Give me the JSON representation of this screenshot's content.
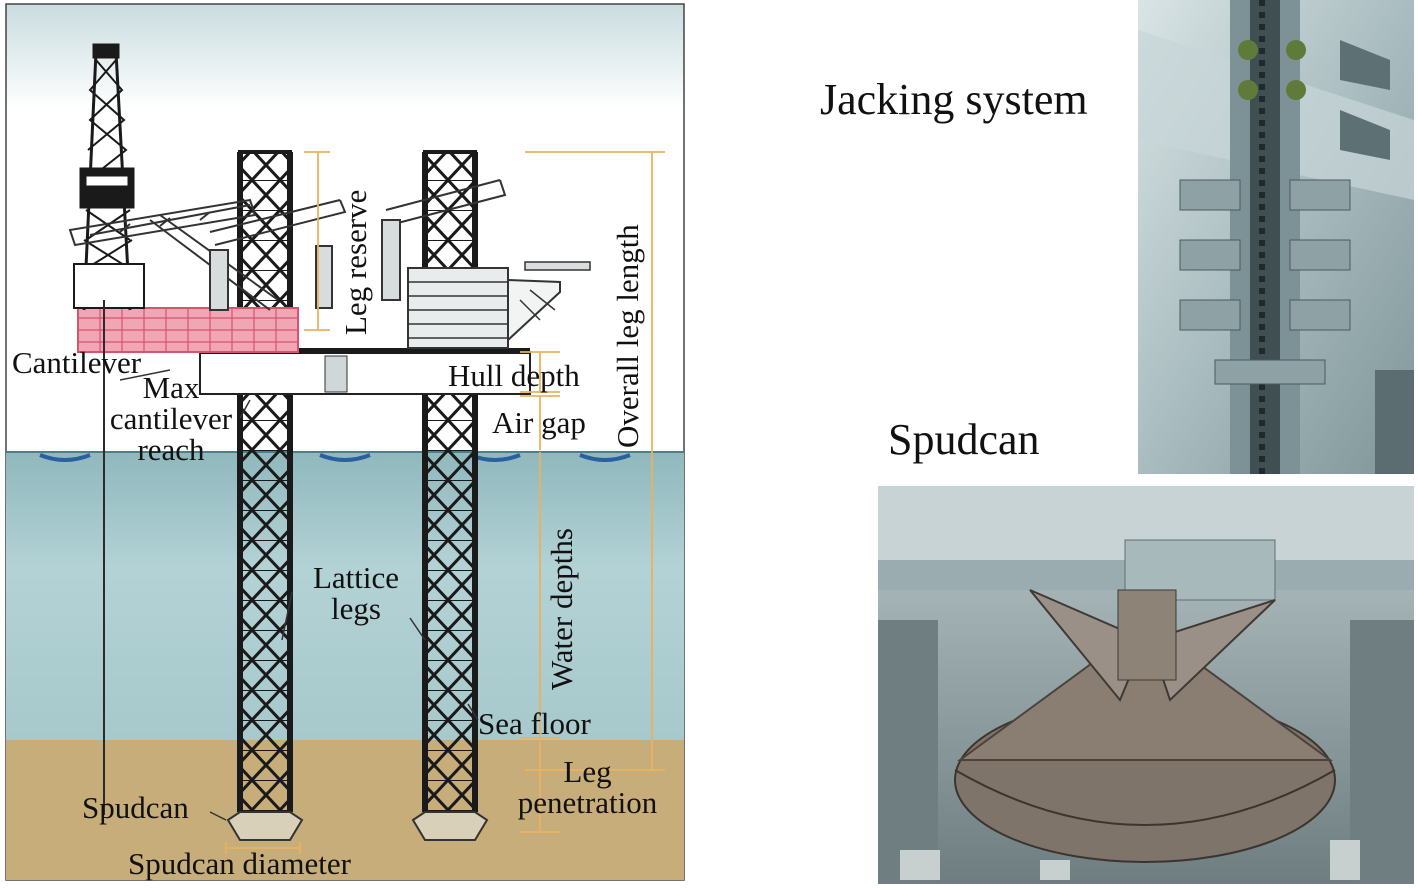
{
  "labels": {
    "cantilever": "Cantilever",
    "max_cantilever": "Max",
    "max_cantilever_2": "cantilever",
    "max_cantilever_3": "reach",
    "leg_reserve": "Leg reserve",
    "overall_leg_length": "Overall leg length",
    "hull_depth": "Hull depth",
    "air_gap": "Air gap",
    "water_depths": "Water depths",
    "lattice_legs_1": "Lattice",
    "lattice_legs_2": "legs",
    "sea_floor": "Sea floor",
    "leg_penetration_1": "Leg",
    "leg_penetration_2": "penetration",
    "spudcan": "Spudcan",
    "spudcan_diameter": "Spudcan diameter",
    "jacking_system": "Jacking system",
    "spudcan_photo": "Spudcan"
  },
  "colors": {
    "sky": "#ffffff",
    "sky_top": "#c9dcdf",
    "sea": "#a9cccf",
    "seabed": "#c6ad7a",
    "structure": "#1a1a1a",
    "cantilever_pink": "#e9899c",
    "dimension_orange": "#e8b260",
    "photo_steel": "#9fb3b6"
  }
}
